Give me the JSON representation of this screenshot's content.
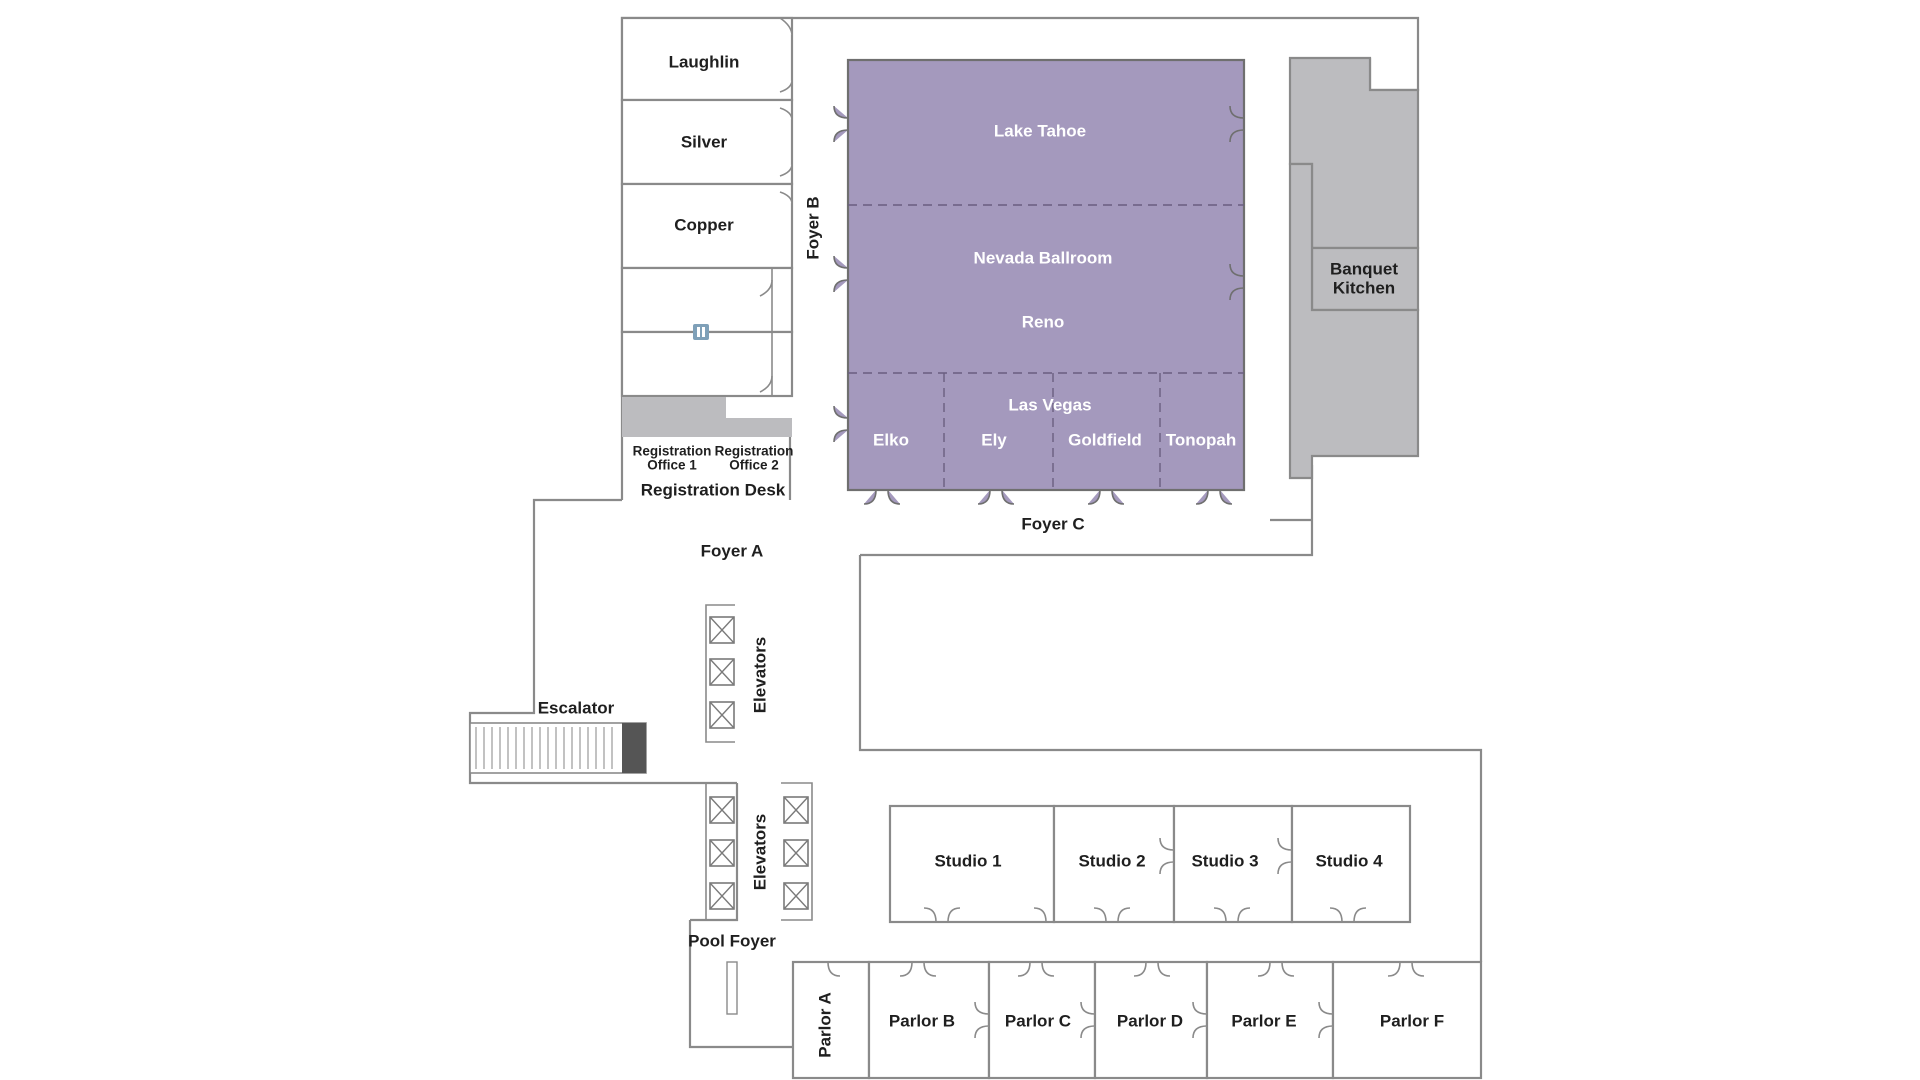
{
  "rooms": {
    "laughlin": "Laughlin",
    "silver": "Silver",
    "copper": "Copper",
    "foyer_b": "Foyer B",
    "lake_tahoe": "Lake Tahoe",
    "nevada_ballroom": "Nevada Ballroom",
    "reno": "Reno",
    "las_vegas": "Las Vegas",
    "elko": "Elko",
    "ely": "Ely",
    "goldfield": "Goldfield",
    "tonopah": "Tonopah",
    "banquet_kitchen_line1": "Banquet",
    "banquet_kitchen_line2": "Kitchen",
    "registration_office_1_line1": "Registration",
    "registration_office_1_line2": "Office 1",
    "registration_office_2_line1": "Registration",
    "registration_office_2_line2": "Office 2",
    "registration_desk": "Registration Desk",
    "foyer_a": "Foyer A",
    "foyer_c": "Foyer C",
    "escalator": "Escalator",
    "elevators_upper": "Elevators",
    "elevators_lower": "Elevators",
    "pool_foyer": "Pool Foyer",
    "studio_1": "Studio 1",
    "studio_2": "Studio 2",
    "studio_3": "Studio 3",
    "studio_4": "Studio 4",
    "parlor_a": "Parlor A",
    "parlor_b": "Parlor B",
    "parlor_c": "Parlor C",
    "parlor_d": "Parlor D",
    "parlor_e": "Parlor E",
    "parlor_f": "Parlor F"
  },
  "icons": {
    "restroom": "restroom-icon",
    "elevator_car": "elevator-car-icon",
    "door": "door-icon"
  },
  "colors": {
    "ballroom": "#a499bd",
    "kitchen": "#bcbcbf",
    "walls": "#8a8a8a"
  }
}
